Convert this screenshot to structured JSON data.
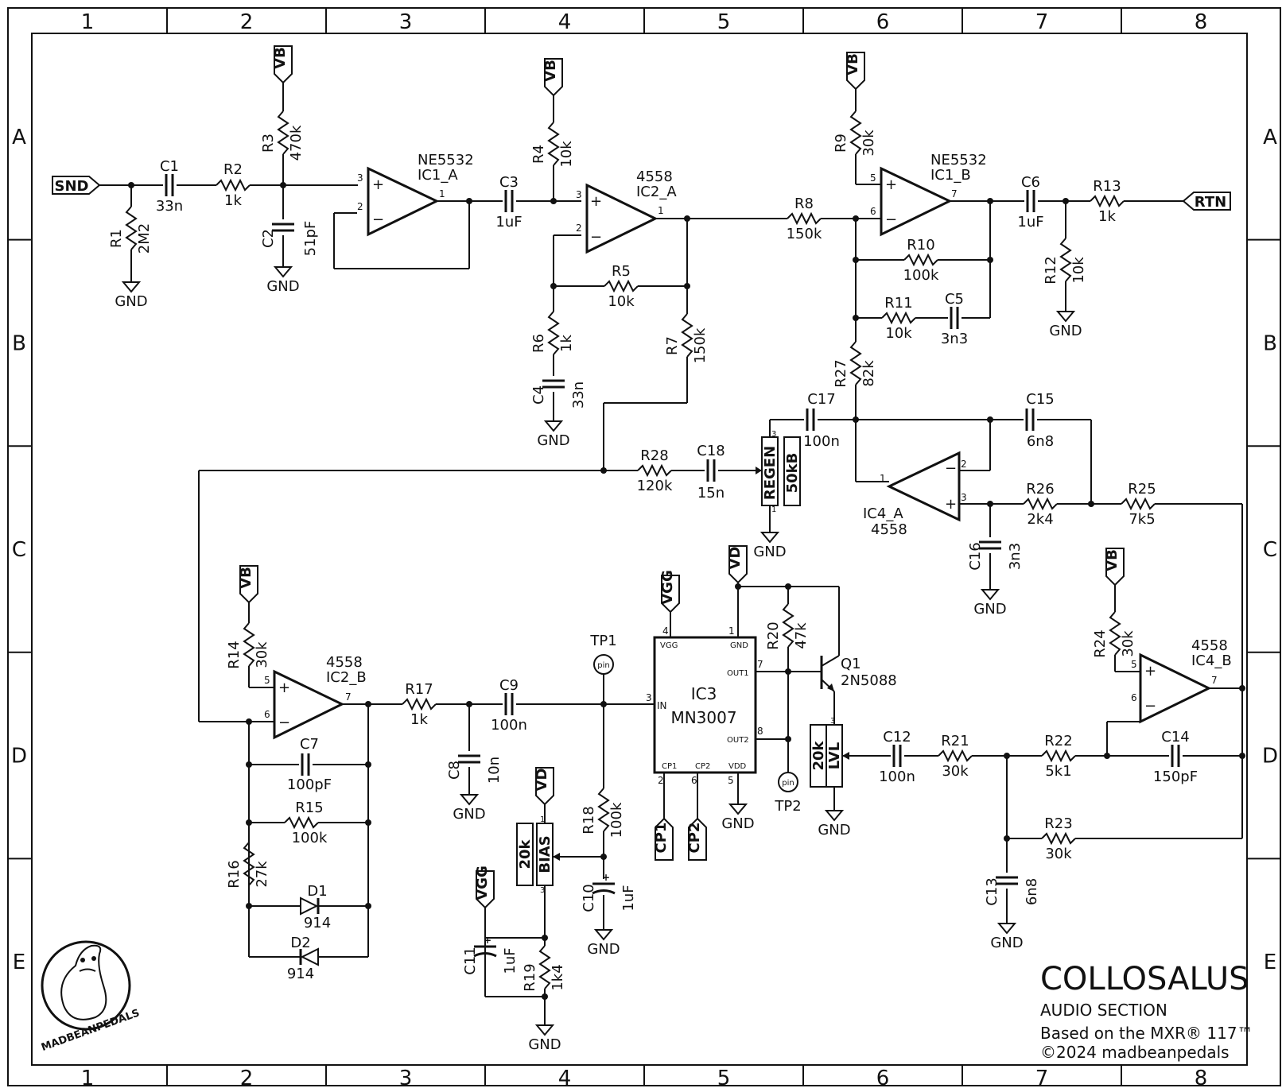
{
  "title_block": {
    "title": "COLLOSALUS",
    "subtitle": "AUDIO SECTION",
    "based_on": "Based on the MXR® 117™",
    "copyright": "©2024 madbeanpedals",
    "logo_text": "MADBEANPEDALS"
  },
  "grid": {
    "columns": [
      "1",
      "2",
      "3",
      "4",
      "5",
      "6",
      "7",
      "8"
    ],
    "rows": [
      "A",
      "B",
      "C",
      "D",
      "E"
    ]
  },
  "nets": {
    "snd": "SND",
    "rtn": "RTN",
    "vb": "VB",
    "vd": "VD",
    "vgg": "VGG",
    "gnd": "GND",
    "cp1": "CP1",
    "cp2": "CP2"
  },
  "ics": {
    "ic1a": {
      "ref": "IC1_A",
      "part": "NE5532"
    },
    "ic1b": {
      "ref": "IC1_B",
      "part": "NE5532"
    },
    "ic2a": {
      "ref": "IC2_A",
      "part": "4558"
    },
    "ic2b": {
      "ref": "IC2_B",
      "part": "4558"
    },
    "ic4a": {
      "ref": "IC4_A",
      "part": "4558"
    },
    "ic4b": {
      "ref": "IC4_B",
      "part": "4558"
    },
    "ic3": {
      "ref": "IC3",
      "part": "MN3007",
      "pins": {
        "vgg": "VGG",
        "gnd": "GND",
        "out1": "OUT1",
        "in": "IN",
        "out2": "OUT2",
        "cp1": "CP1",
        "cp2": "CP2",
        "vdd": "VDD"
      }
    }
  },
  "q1": {
    "ref": "Q1",
    "part": "2N5088"
  },
  "pots": {
    "regen": {
      "name": "REGEN",
      "value": "50kB"
    },
    "lvl": {
      "name": "LVL",
      "value": "20k"
    },
    "bias": {
      "name": "BIAS",
      "value": "20k"
    }
  },
  "testpoints": {
    "tp1": "TP1",
    "tp2": "TP2",
    "pin": "pin"
  },
  "resistors": {
    "r1": {
      "ref": "R1",
      "val": "2M2"
    },
    "r2": {
      "ref": "R2",
      "val": "1k"
    },
    "r3": {
      "ref": "R3",
      "val": "470k"
    },
    "r4": {
      "ref": "R4",
      "val": "10k"
    },
    "r5": {
      "ref": "R5",
      "val": "10k"
    },
    "r6": {
      "ref": "R6",
      "val": "1k"
    },
    "r7": {
      "ref": "R7",
      "val": "150k"
    },
    "r8": {
      "ref": "R8",
      "val": "150k"
    },
    "r9": {
      "ref": "R9",
      "val": "30k"
    },
    "r10": {
      "ref": "R10",
      "val": "100k"
    },
    "r11": {
      "ref": "R11",
      "val": "10k"
    },
    "r12": {
      "ref": "R12",
      "val": "10k"
    },
    "r13": {
      "ref": "R13",
      "val": "1k"
    },
    "r14": {
      "ref": "R14",
      "val": "30k"
    },
    "r15": {
      "ref": "R15",
      "val": "100k"
    },
    "r16": {
      "ref": "R16",
      "val": "27k"
    },
    "r17": {
      "ref": "R17",
      "val": "1k"
    },
    "r18": {
      "ref": "R18",
      "val": "100k"
    },
    "r19": {
      "ref": "R19",
      "val": "1k4"
    },
    "r20": {
      "ref": "R20",
      "val": "47k"
    },
    "r21": {
      "ref": "R21",
      "val": "30k"
    },
    "r22": {
      "ref": "R22",
      "val": "5k1"
    },
    "r23": {
      "ref": "R23",
      "val": "30k"
    },
    "r24": {
      "ref": "R24",
      "val": "30k"
    },
    "r25": {
      "ref": "R25",
      "val": "7k5"
    },
    "r26": {
      "ref": "R26",
      "val": "2k4"
    },
    "r27": {
      "ref": "R27",
      "val": "82k"
    },
    "r28": {
      "ref": "R28",
      "val": "120k"
    }
  },
  "capacitors": {
    "c1": {
      "ref": "C1",
      "val": "33n"
    },
    "c2": {
      "ref": "C2",
      "val": "51pF"
    },
    "c3": {
      "ref": "C3",
      "val": "1uF"
    },
    "c4": {
      "ref": "C4",
      "val": "33n"
    },
    "c5": {
      "ref": "C5",
      "val": "3n3"
    },
    "c6": {
      "ref": "C6",
      "val": "1uF"
    },
    "c7": {
      "ref": "C7",
      "val": "100pF"
    },
    "c8": {
      "ref": "C8",
      "val": "10n"
    },
    "c9": {
      "ref": "C9",
      "val": "100n"
    },
    "c10": {
      "ref": "C10",
      "val": "1uF"
    },
    "c11": {
      "ref": "C11",
      "val": "1uF"
    },
    "c12": {
      "ref": "C12",
      "val": "100n"
    },
    "c13": {
      "ref": "C13",
      "val": "6n8"
    },
    "c14": {
      "ref": "C14",
      "val": "150pF"
    },
    "c15": {
      "ref": "C15",
      "val": "6n8"
    },
    "c16": {
      "ref": "C16",
      "val": "3n3"
    },
    "c17": {
      "ref": "C17",
      "val": "100n"
    },
    "c18": {
      "ref": "C18",
      "val": "15n"
    }
  },
  "diodes": {
    "d1": {
      "ref": "D1",
      "val": "914"
    },
    "d2": {
      "ref": "D2",
      "val": "914"
    }
  }
}
